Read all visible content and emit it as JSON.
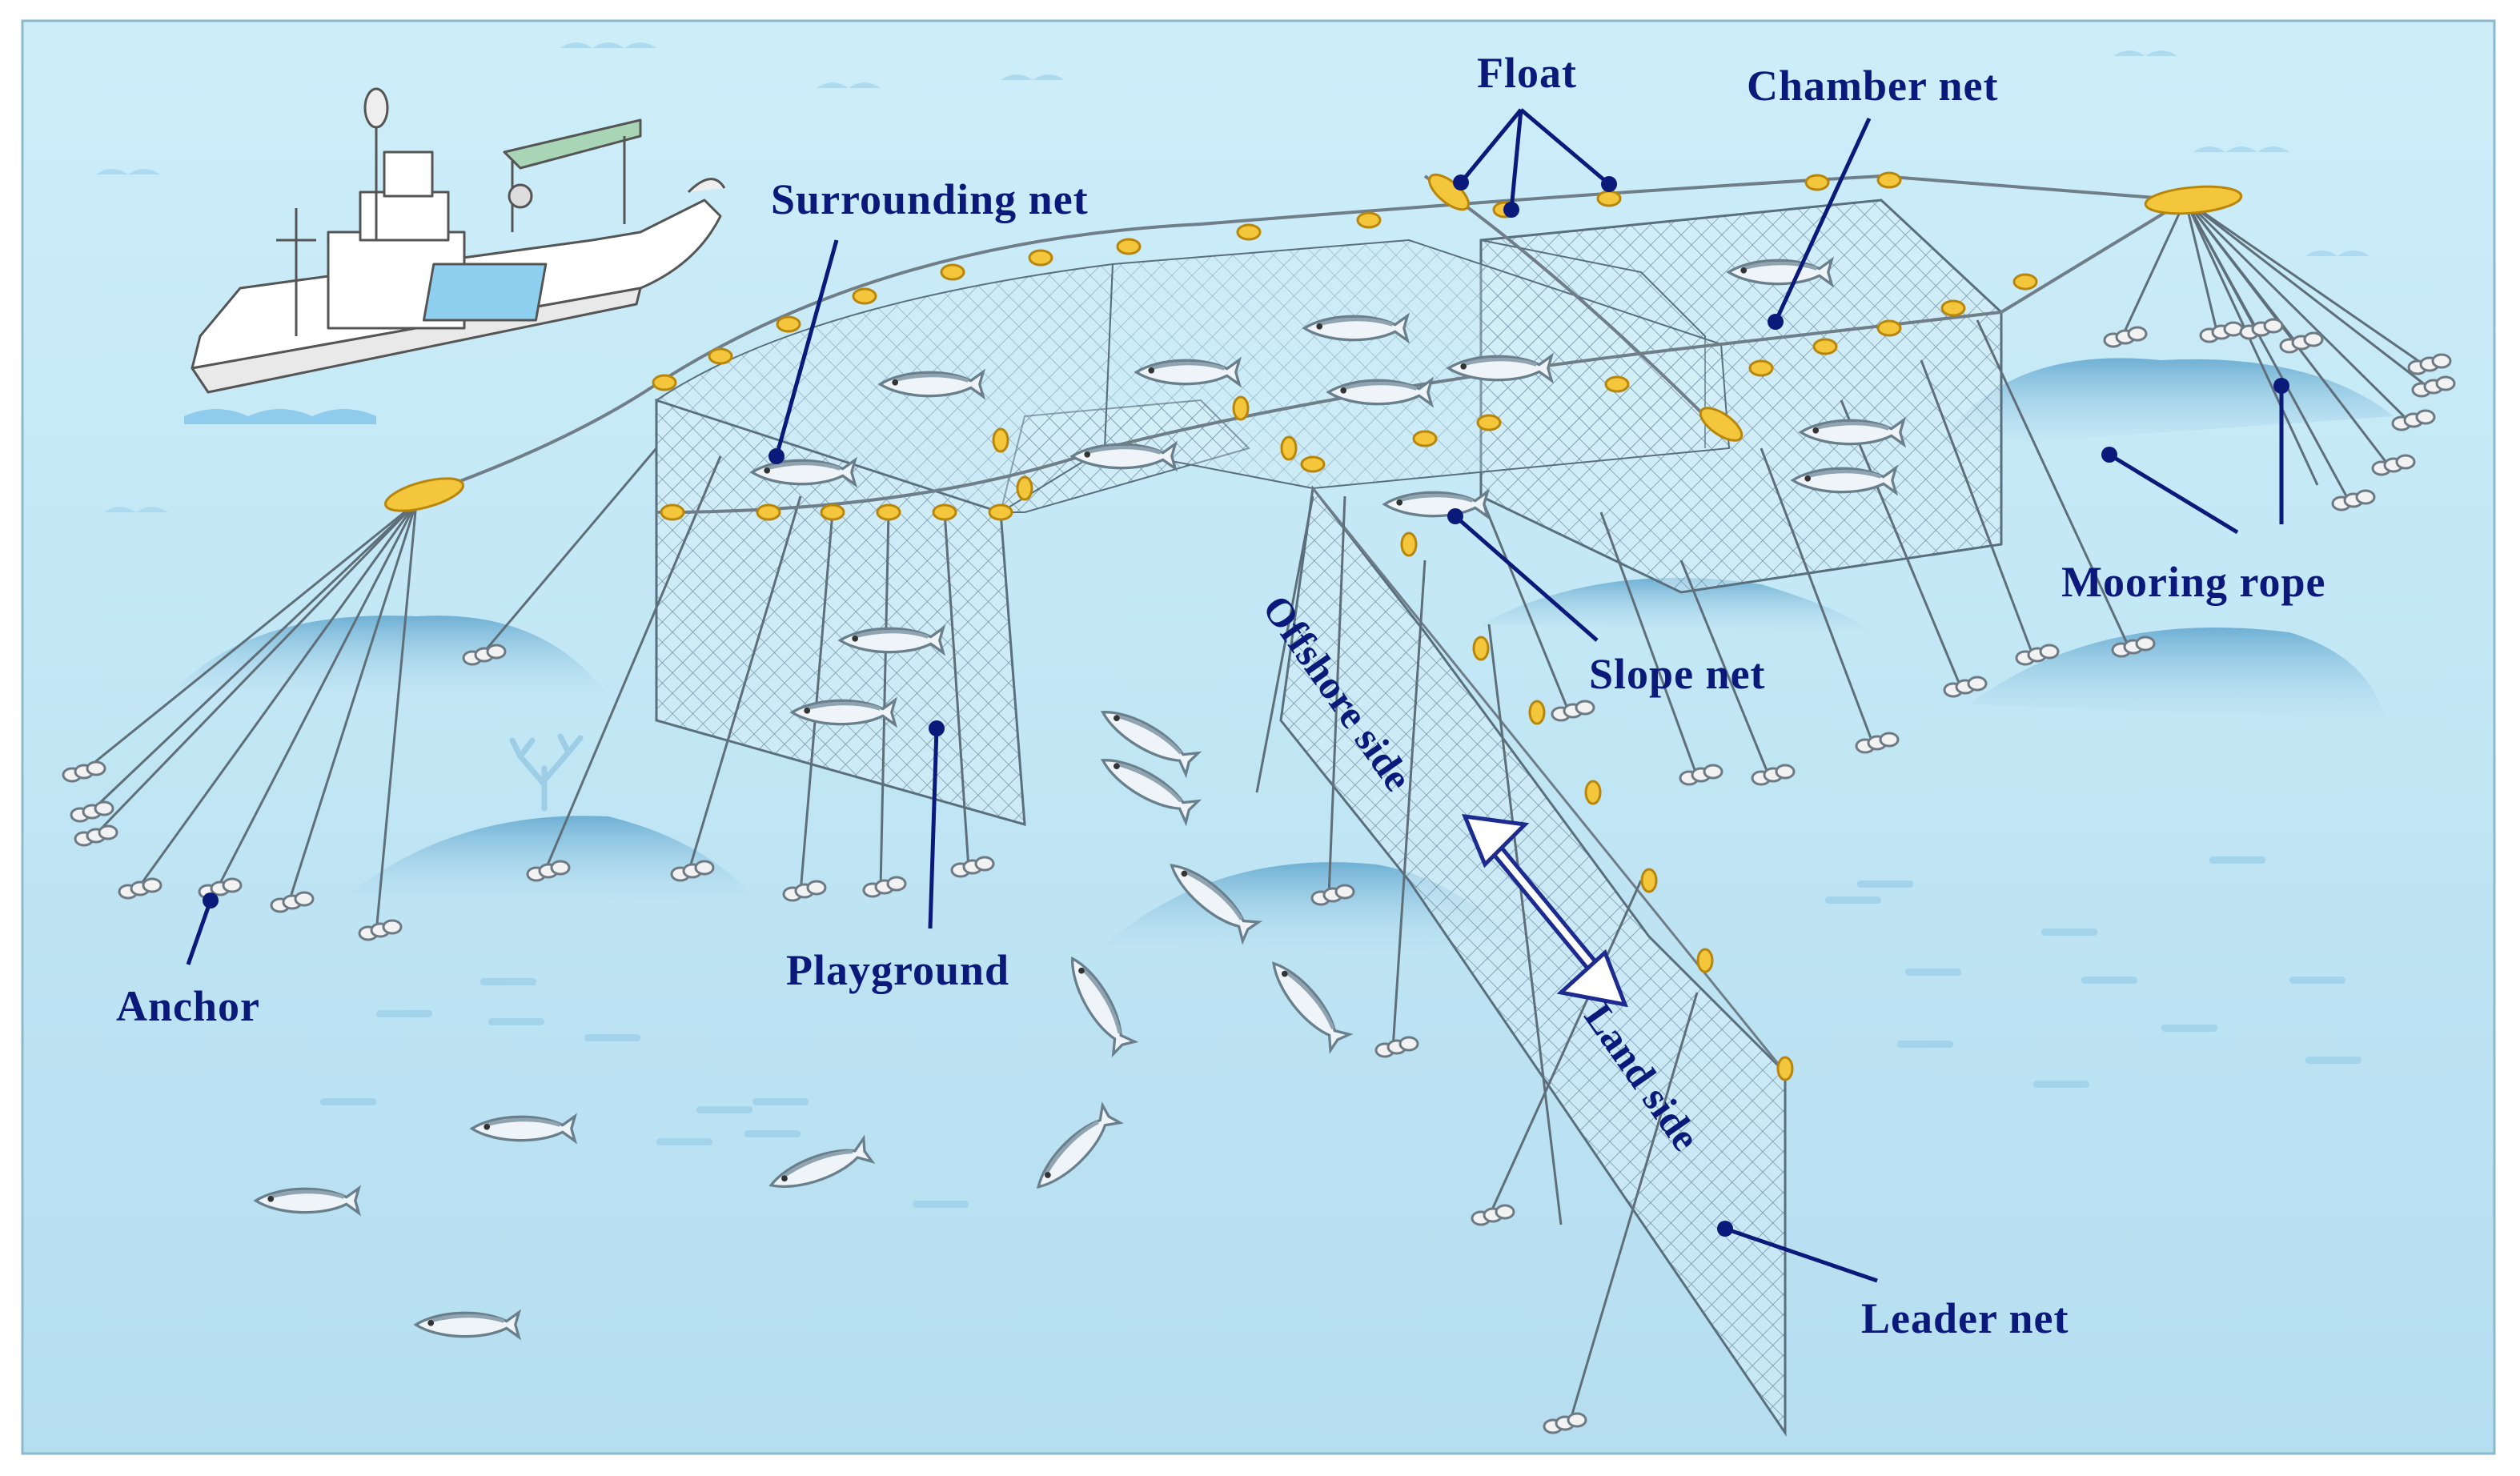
{
  "diagram": {
    "labels": {
      "float": "Float",
      "chamber_net": "Chamber net",
      "surrounding_net": "Surrounding net",
      "mooring_rope": "Mooring rope",
      "slope_net": "Slope net",
      "offshore_side": "Offshore side",
      "land_side": "Land side",
      "playground": "Playground",
      "anchor": "Anchor",
      "leader_net": "Leader net"
    },
    "colors": {
      "sea_top": "#c9ebf7",
      "sea_bottom": "#b6e0f2",
      "label_text": "#0b1a7a",
      "float_fill": "#f3c63c",
      "float_stroke": "#b8860b",
      "rope": "#5a6b78",
      "net_mesh": "#4d6f86",
      "rock": "#7fb9d9",
      "ship_hull": "#ffffff",
      "ship_crane": "#a8d5b5"
    }
  }
}
